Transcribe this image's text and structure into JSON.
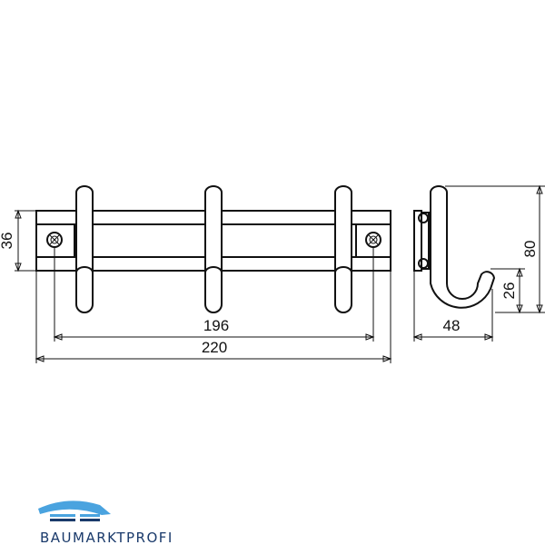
{
  "dimensions": {
    "overall_width": "220",
    "hole_spacing": "196",
    "height": "36",
    "depth": "48",
    "hook_height": "80",
    "hook_tip_height": "26"
  },
  "logo": {
    "text": "BAUMARKTPROFI",
    "accent_color": "#4aa3df",
    "text_color": "#1a3a6b"
  },
  "colors": {
    "line": "#111111",
    "background": "#ffffff"
  }
}
